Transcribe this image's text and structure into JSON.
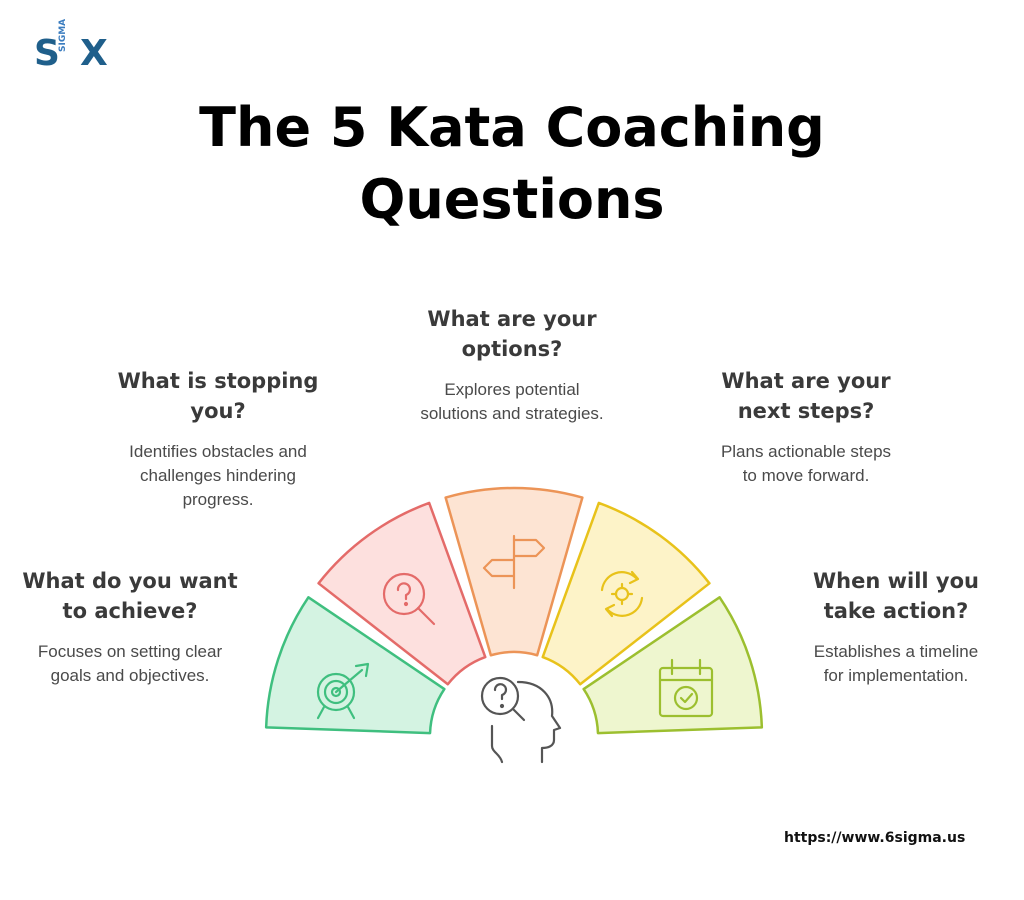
{
  "brand": {
    "logo_s": "S",
    "logo_sigma": "SIGMA",
    "logo_x": "X",
    "colors": {
      "s": "#1f5f8b",
      "x": "#1f5f8b",
      "sigma": "#3a7cbf"
    }
  },
  "title": {
    "line1": "The 5 Kata Coaching",
    "line2": "Questions"
  },
  "questions": [
    {
      "q_lines": [
        "What do you want",
        "to achieve?"
      ],
      "d_lines": [
        "Focuses on setting clear",
        "goals and objectives."
      ],
      "icon": "target-arrow-icon",
      "color": {
        "fill": "#d4f3e2",
        "stroke": "#3fbf7f"
      }
    },
    {
      "q_lines": [
        "What is stopping",
        "you?"
      ],
      "d_lines": [
        "Identifies obstacles and",
        "challenges hindering",
        "progress."
      ],
      "icon": "head-question-icon",
      "color": {
        "fill": "#fde0de",
        "stroke": "#e46b69"
      }
    },
    {
      "q_lines": [
        "What are your",
        "options?"
      ],
      "d_lines": [
        "Explores potential",
        "solutions and strategies."
      ],
      "icon": "signpost-icon",
      "color": {
        "fill": "#fde4d3",
        "stroke": "#ec9457"
      }
    },
    {
      "q_lines": [
        "What are your",
        "next steps?"
      ],
      "d_lines": [
        "Plans actionable steps",
        "to move forward."
      ],
      "icon": "gear-cycle-icon",
      "color": {
        "fill": "#fdf3c8",
        "stroke": "#e8c21a"
      }
    },
    {
      "q_lines": [
        "When will you",
        "take action?"
      ],
      "d_lines": [
        "Establishes a timeline",
        "for implementation."
      ],
      "icon": "calendar-check-icon",
      "color": {
        "fill": "#eef6cf",
        "stroke": "#9cbf2f"
      }
    }
  ],
  "center_icon": "thinking-head-icon",
  "footer": {
    "url": "https://www.6sigma.us"
  }
}
